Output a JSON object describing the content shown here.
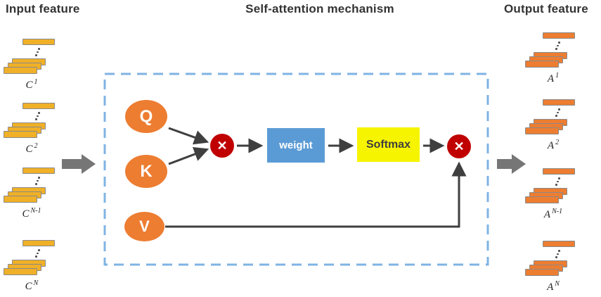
{
  "headers": {
    "input": "Input feature",
    "middle": "Self-attention mechanism",
    "output": "Output feature"
  },
  "input_stacks": [
    {
      "base": "C",
      "sup": "1"
    },
    {
      "base": "C",
      "sup": "2"
    },
    {
      "base": "C",
      "sup": "N-1"
    },
    {
      "base": "C",
      "sup": "N"
    }
  ],
  "output_stacks": [
    {
      "base": "A",
      "sup": "1"
    },
    {
      "base": "A",
      "sup": "2"
    },
    {
      "base": "A",
      "sup": "N-1"
    },
    {
      "base": "A",
      "sup": "N"
    }
  ],
  "nodes": {
    "q": "Q",
    "k": "K",
    "v": "V",
    "weight": "weight",
    "softmax": "Softmax",
    "multiply": "✕"
  },
  "colors": {
    "orange": "#ED7D31",
    "red": "#C00000",
    "blue": "#5B9BD5",
    "yellow": "#F7F400",
    "bar_gold": "#F0B027",
    "bar_orange": "#ED7D31",
    "bar_border": "#8A8A8A",
    "dash_blue": "#7FB3E3",
    "arrow_dark": "#3F3F3F",
    "arrow_gray": "#767676",
    "text_dark": "#333333"
  }
}
